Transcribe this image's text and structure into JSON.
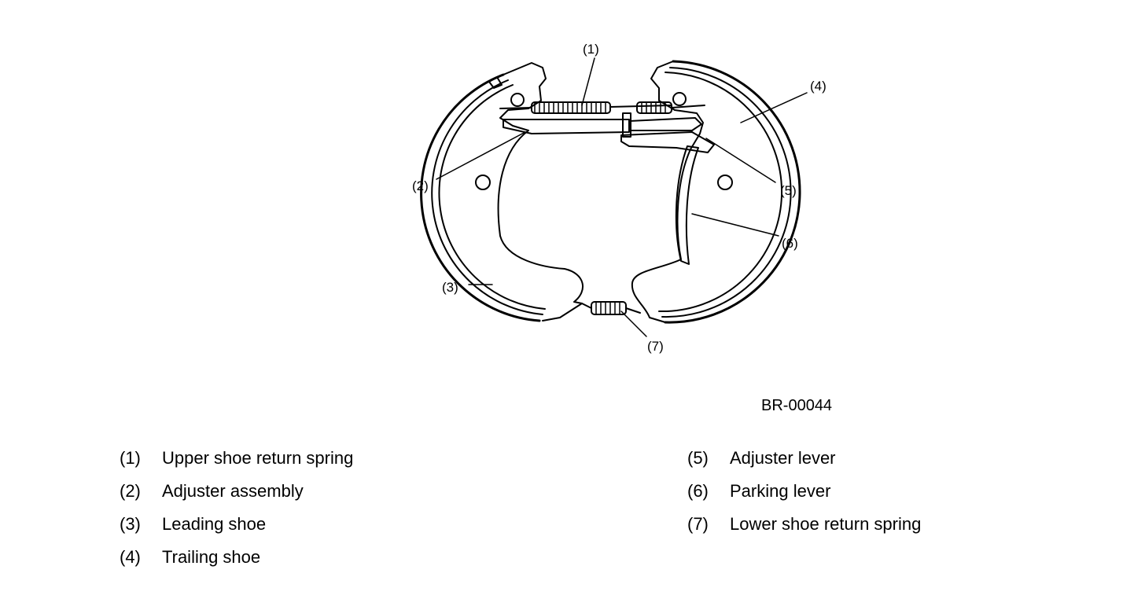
{
  "diagram": {
    "figure_id": "BR-00044",
    "callouts": [
      "(1)",
      "(2)",
      "(3)",
      "(4)",
      "(5)",
      "(6)",
      "(7)"
    ]
  },
  "legend": {
    "left": [
      {
        "num": "(1)",
        "text": "Upper shoe return spring"
      },
      {
        "num": "(2)",
        "text": "Adjuster assembly"
      },
      {
        "num": "(3)",
        "text": "Leading shoe"
      },
      {
        "num": "(4)",
        "text": "Trailing shoe"
      }
    ],
    "right": [
      {
        "num": "(5)",
        "text": "Adjuster lever"
      },
      {
        "num": "(6)",
        "text": "Parking lever"
      },
      {
        "num": "(7)",
        "text": "Lower shoe return spring"
      }
    ]
  }
}
